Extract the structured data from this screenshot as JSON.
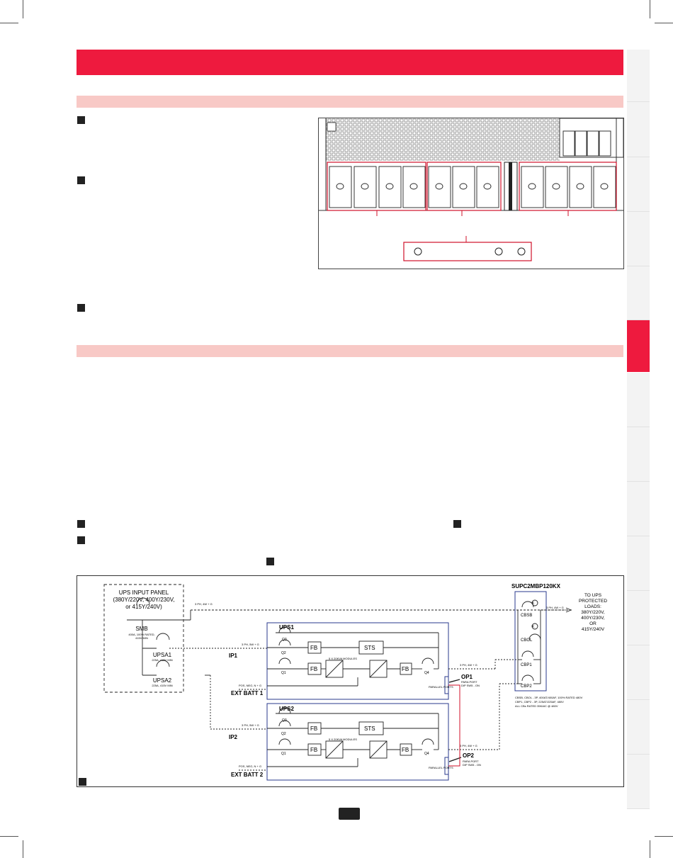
{
  "diagram": {
    "input_panel": {
      "title_line1": "UPS INPUT PANEL",
      "title_line2": "(380Y/220V, 400Y/230V,",
      "title_line3": "or 415Y/240V)",
      "smb_label": "SMB",
      "smb_rating_line1": "400A, 100% RATED,",
      "smb_rating_line2": "415V MIN",
      "upsa1_label": "UPSA1",
      "upsa1_rating": "225A, 415V MIN",
      "upsa2_label": "UPSA2",
      "upsa2_rating": "225A, 415V MIN"
    },
    "wire_labels": {
      "top_feed": "3 PH, 4W + G",
      "ups1_input": "3 PH, 5W + G",
      "ups2_input": "3 PH, 5W + G",
      "ups1_output": "3 PH, 4W + G",
      "ups2_output": "3 PH, 4W + G",
      "load_feed": "3 PH, 4W + G",
      "ext_batt1_wire": "POS, NEG, N + G",
      "ext_batt2_wire": "POS, NEG, N + G"
    },
    "ups1": {
      "label": "UPS1",
      "q3": "Q3",
      "q2": "Q2",
      "q1": "Q1",
      "q4": "Q4",
      "fb": "FB",
      "sts": "STS",
      "modules": "5 X 20KVA MODULES",
      "parallel_ports": "PARALLEL PORTS",
      "ip_label": "IP1",
      "op_label": "OP1",
      "para_port_line1": "PARA PORT",
      "para_port_line2": "DIP SW5 - ON",
      "ext_batt": "EXT BATT 1"
    },
    "ups2": {
      "label": "UPS2",
      "q3": "Q3",
      "q2": "Q2",
      "q1": "Q1",
      "q4": "Q4",
      "fb": "FB",
      "sts": "STS",
      "modules": "5 X 20KVA MODULES",
      "parallel_ports": "PARALLEL PORTS",
      "ip_label": "IP2",
      "op_label": "OP2",
      "para_port_line1": "PARA PORT",
      "para_port_line2": "DIP SW5 - ON",
      "ext_batt": "EXT BATT 2"
    },
    "bypass_panel": {
      "model": "SUPC2MBP120KX",
      "cbsb": "CBSB",
      "cbol": "CBOL",
      "cbp1": "CBP1",
      "cbp2": "CBP2",
      "k": "K",
      "note_line1": "CBSB, CBOL - 3P, 400AT/400AF, 100% RATED 480V",
      "note_line2": "CBP1, CBP2 - 3P, 225AT/225AF, 480V",
      "note_line3": "ALL CBs RATED 35KAIC @ 480V"
    },
    "loads": {
      "line1": "TO UPS",
      "line2": "PROTECTED",
      "line3": "LOADS:",
      "line4": "380Y/220V,",
      "line5": "400Y/230V,",
      "line6": "OR",
      "line7": "415Y/240V"
    }
  },
  "colors": {
    "title_bar": "#ee1a3e",
    "section_bar": "#f8c9c6",
    "diagram_line": "#222222",
    "ups_box": "#2a3a8c",
    "parallel_link": "#d0102a",
    "figure_highlight": "#d0102a"
  }
}
